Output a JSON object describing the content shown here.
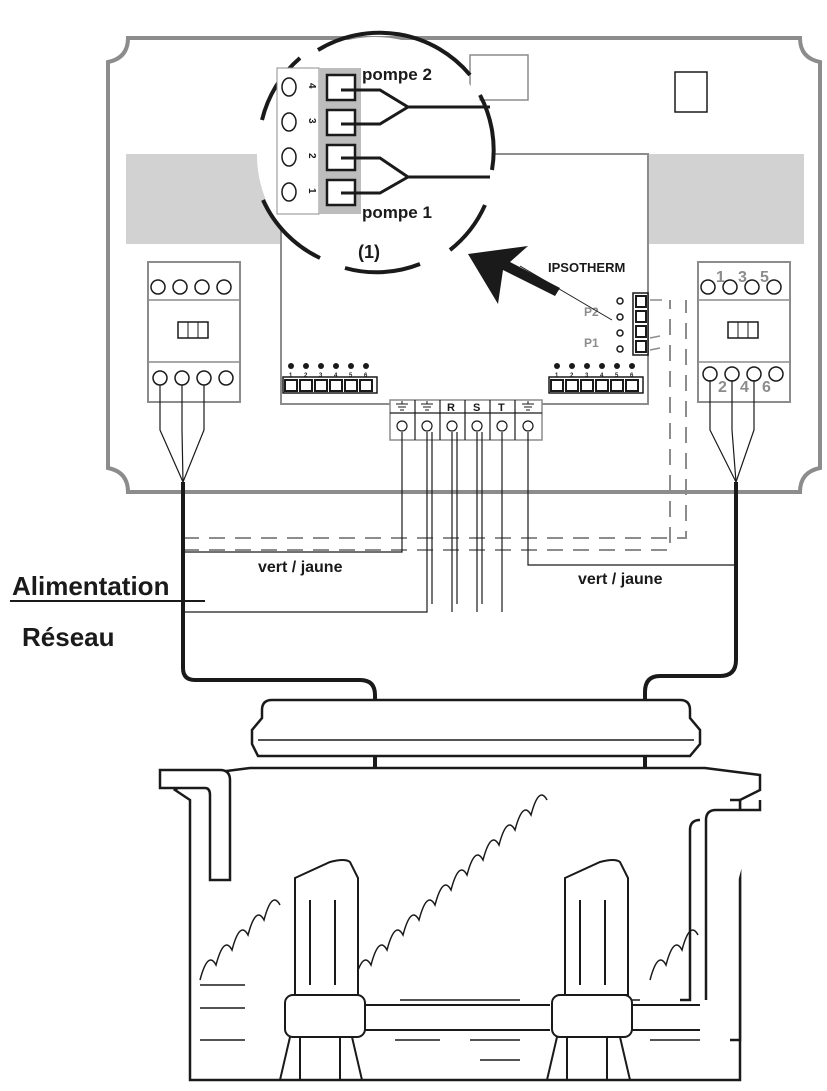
{
  "labels": {
    "pompe2": "pompe 2",
    "pompe1": "pompe 1",
    "callout": "(1)",
    "ipsotherm": "IPSOTHERM",
    "p2": "P2",
    "p1": "P1",
    "vert_jaune_left": "vert / jaune",
    "vert_jaune_right": "vert / jaune",
    "alimentation": "Alimentation",
    "reseau": "Réseau"
  },
  "zoom_terminals": [
    "4",
    "3",
    "2",
    "1"
  ],
  "main_terminals": [
    "R",
    "S",
    "T"
  ],
  "small_block_numbers": [
    "1",
    "2",
    "3",
    "4",
    "5",
    "6"
  ],
  "contactor_right_top": [
    "1",
    "3",
    "5"
  ],
  "contactor_right_bottom": [
    "2",
    "4",
    "6"
  ],
  "colors": {
    "line": "#1a1a1a",
    "panel": "#8c8c8c",
    "shade": "#cfcfcf",
    "zoom_highlight": "#bdbdbd"
  }
}
